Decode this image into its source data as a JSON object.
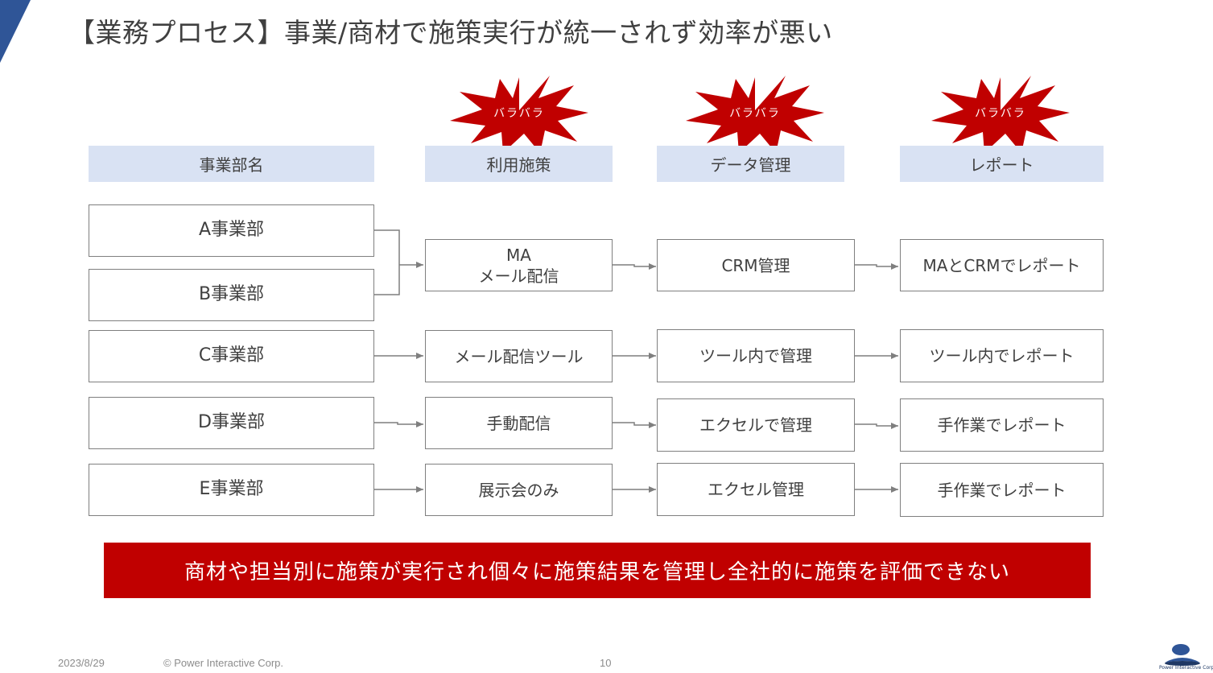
{
  "title": "【業務プロセス】事業/商材で施策実行が統一されず効率が悪い",
  "headers": {
    "department": "事業部名",
    "measure": "利用施策",
    "data": "データ管理",
    "report": "レポート"
  },
  "bursts": {
    "measure": "バラバラ",
    "data": "バラバラ",
    "report": "バラバラ"
  },
  "departments": {
    "a": "A事業部",
    "b": "B事業部",
    "c": "C事業部",
    "d": "D事業部",
    "e": "E事業部"
  },
  "rows": {
    "ab": {
      "measure_line1": "MA",
      "measure_line2": "メール配信",
      "data": "CRM管理",
      "report": "MAとCRMでレポート"
    },
    "c": {
      "measure": "メール配信ツール",
      "data": "ツール内で管理",
      "report": "ツール内でレポート"
    },
    "d": {
      "measure": "手動配信",
      "data": "エクセルで管理",
      "report": "手作業でレポート"
    },
    "e": {
      "measure": "展示会のみ",
      "data": "エクセル管理",
      "report": "手作業でレポート"
    }
  },
  "conclusion": "商材や担当別に施策が実行され個々に施策結果を管理し全社的に施策を評価できない",
  "footer": {
    "date": "2023/8/29",
    "copyright": "© Power Interactive Corp.",
    "page": "10",
    "logo_text": "Power Interactive Corp"
  },
  "colors": {
    "accent_blue": "#2f5597",
    "header_fill": "#d9e2f3",
    "alert_red": "#c00000"
  }
}
